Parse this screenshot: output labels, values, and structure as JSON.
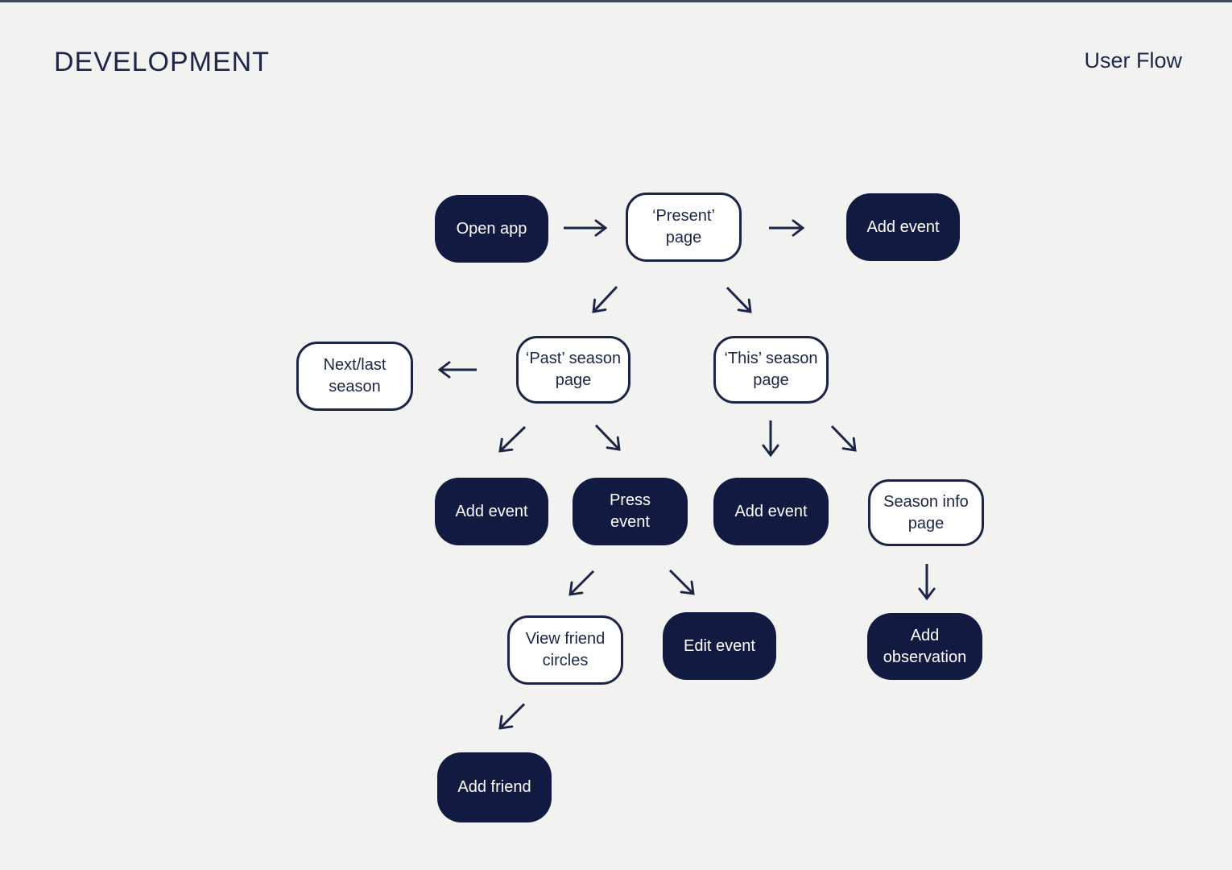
{
  "header": {
    "title": "DEVELOPMENT",
    "corner_label": "User Flow"
  },
  "colors": {
    "background": "#f2f2f0",
    "navy_fill": "#111b41",
    "navy_line": "#1c2547",
    "node_text_light": "#ffffff",
    "top_bar": "#3e4360"
  },
  "diagram": {
    "nodes": [
      {
        "id": "open-app",
        "label": "Open app",
        "style": "filled"
      },
      {
        "id": "present-page",
        "label": "‘Present’\npage",
        "style": "outline"
      },
      {
        "id": "add-event-top",
        "label": "Add event",
        "style": "filled"
      },
      {
        "id": "next-last-season",
        "label": "Next/last\nseason",
        "style": "outline"
      },
      {
        "id": "past-season-page",
        "label": "‘Past’ season\npage",
        "style": "outline"
      },
      {
        "id": "this-season-page",
        "label": "‘This’ season\npage",
        "style": "outline"
      },
      {
        "id": "add-event-left",
        "label": "Add event",
        "style": "filled"
      },
      {
        "id": "press-event",
        "label": "Press\nevent",
        "style": "filled"
      },
      {
        "id": "add-event-mid",
        "label": "Add event",
        "style": "filled"
      },
      {
        "id": "season-info-page",
        "label": "Season info\npage",
        "style": "outline"
      },
      {
        "id": "view-friend-circles",
        "label": "View friend\ncircles",
        "style": "outline"
      },
      {
        "id": "edit-event",
        "label": "Edit event",
        "style": "filled"
      },
      {
        "id": "add-observation",
        "label": "Add\nobservation",
        "style": "filled"
      },
      {
        "id": "add-friend",
        "label": "Add friend",
        "style": "filled"
      }
    ],
    "edges": [
      {
        "from": "open-app",
        "to": "present-page"
      },
      {
        "from": "present-page",
        "to": "add-event-top"
      },
      {
        "from": "present-page",
        "to": "past-season-page"
      },
      {
        "from": "present-page",
        "to": "this-season-page"
      },
      {
        "from": "past-season-page",
        "to": "next-last-season"
      },
      {
        "from": "past-season-page",
        "to": "add-event-left"
      },
      {
        "from": "past-season-page",
        "to": "press-event"
      },
      {
        "from": "this-season-page",
        "to": "add-event-mid"
      },
      {
        "from": "this-season-page",
        "to": "season-info-page"
      },
      {
        "from": "press-event",
        "to": "view-friend-circles"
      },
      {
        "from": "press-event",
        "to": "edit-event"
      },
      {
        "from": "season-info-page",
        "to": "add-observation"
      },
      {
        "from": "view-friend-circles",
        "to": "add-friend"
      }
    ]
  }
}
